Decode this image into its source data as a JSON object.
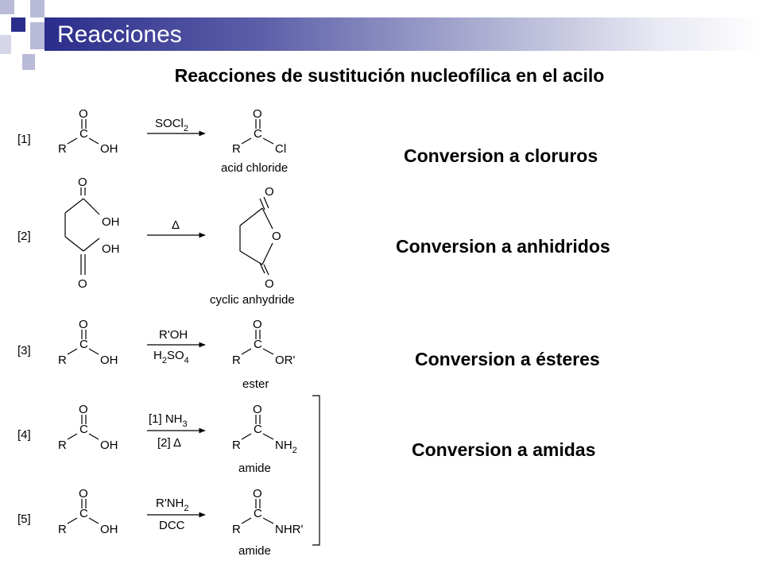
{
  "header": {
    "title": "Reacciones"
  },
  "subtitle": "Reacciones de sustitución nucleofílica en el acilo",
  "reactions": [
    {
      "number": "[1]",
      "reagent_top": "SOCl",
      "reagent_top_sub": "2",
      "product_label": "acid chloride"
    },
    {
      "number": "[2]",
      "reagent_top": "Δ",
      "product_label": "cyclic anhydride"
    },
    {
      "number": "[3]",
      "reagent_top": "R'OH",
      "reagent_bottom": "H",
      "reagent_bottom_sub1": "2",
      "reagent_bottom_mid": "SO",
      "reagent_bottom_sub2": "4",
      "product_label": "ester"
    },
    {
      "number": "[4]",
      "reagent_top": "[1] NH",
      "reagent_top_sub": "3",
      "reagent_bottom": "[2] Δ",
      "product_label": "amide"
    },
    {
      "number": "[5]",
      "reagent_top": "R'NH",
      "reagent_top_sub": "2",
      "reagent_bottom": "DCC",
      "product_label": "amide"
    }
  ],
  "atoms": {
    "O": "O",
    "C": "C",
    "R": "R",
    "OH": "OH",
    "Cl": "Cl",
    "OR": "OR'",
    "NH": "NH",
    "NH_sub": "2",
    "NHR": "NHR'"
  },
  "conversions": [
    "Conversion a cloruros",
    "Conversion a anhidridos",
    "Conversion a ésteres",
    "Conversion a amidas"
  ],
  "colors": {
    "title_bar_start": "#2b2d8c",
    "square_dark": "#2b2d8c",
    "square_light": "#b9bbd9"
  }
}
